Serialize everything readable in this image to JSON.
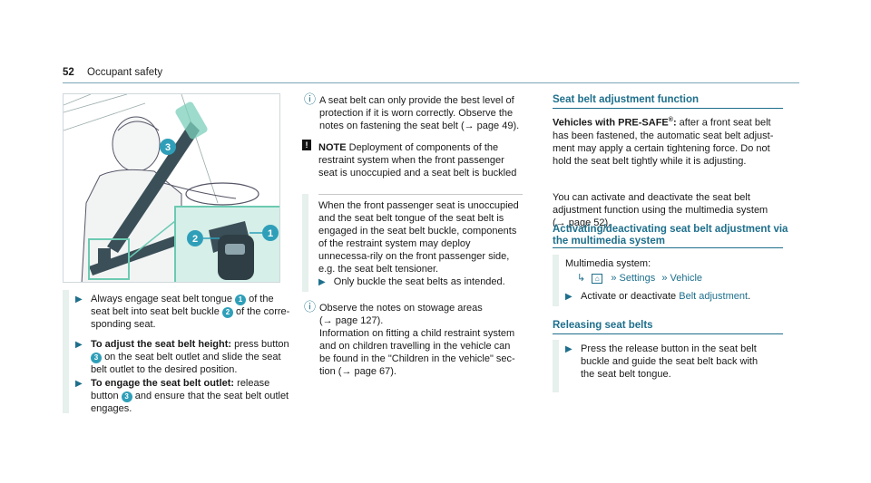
{
  "header": {
    "page_number": "52",
    "section_title": "Occupant safety"
  },
  "figure": {
    "callouts": [
      "1",
      "2",
      "3"
    ]
  },
  "steps_left": [
    {
      "pre": "Always engage seat belt tongue",
      "num": "1",
      "mid": "of the seat belt into seat belt buckle",
      "num2": "2",
      "post": "of the corre-sponding seat."
    },
    {
      "bold": "To adjust the seat belt height:",
      "text1": "press button",
      "num": "3",
      "text2": "on the seat belt outlet and slide the seat belt outlet to the desired position."
    },
    {
      "bold": "To engage the seat belt outlet:",
      "text1": "release button",
      "num": "3",
      "text2": "and ensure that the seat belt outlet engages."
    }
  ],
  "info1": {
    "text": "A seat belt can only provide the best level of protection if it is worn correctly. Observe the notes on fastening the seat belt (",
    "arrow": "→",
    "page_ref": "page 49",
    "end": ")."
  },
  "note": {
    "label": "NOTE",
    "title": "Deployment of components of the restraint system when the front passenger seat is unoccupied and a seat belt is buckled",
    "body": "When the front passenger seat is unoccupied and the seat belt tongue of the seat belt is engaged in the seat belt buckle, components of the restraint system may deploy unnecessa-rily on the front passenger side, e.g. the seat belt tensioner.",
    "step": "Only buckle the seat belts as intended."
  },
  "info2": {
    "l1": "Observe the notes on stowage areas",
    "l2": "(→ page 127).",
    "l3": "Information on fitting a child restraint system",
    "l4": "and on children travelling in the vehicle can",
    "l5": "be found in the \"Children in the vehicle\" sec-",
    "l6": "tion (→ page 67)."
  },
  "right": {
    "title1": "Seat belt adjustment function",
    "vehicles_bold": "Vehicles with PRE-SAFE",
    "reg": "®",
    "colon": ":",
    "p1": "after a front seat belt has been fastened, the automatic seat belt adjust-ment may apply a certain tightening force. Do not hold the seat belt tightly while it is adjusting.",
    "p2": "You can activate and deactivate the seat belt adjustment function using the multimedia system (→ page 52).",
    "title2a": "Activating/deactivating seat belt adjustment via",
    "title2b": "the multimedia system",
    "mm_label": "Multimedia system:",
    "nav_settings": "Settings",
    "nav_vehicle": "Vehicle",
    "step_pre": "Activate or deactivate",
    "step_link": "Belt adjustment",
    "step_post": ".",
    "title3": "Releasing seat belts",
    "step3": "Press the release button in the seat belt buckle and guide the seat belt back with the seat belt tongue."
  },
  "colors": {
    "accent": "#1e6f8c",
    "callout": "#2f9fb9",
    "highlight": "#b7e3d8"
  }
}
